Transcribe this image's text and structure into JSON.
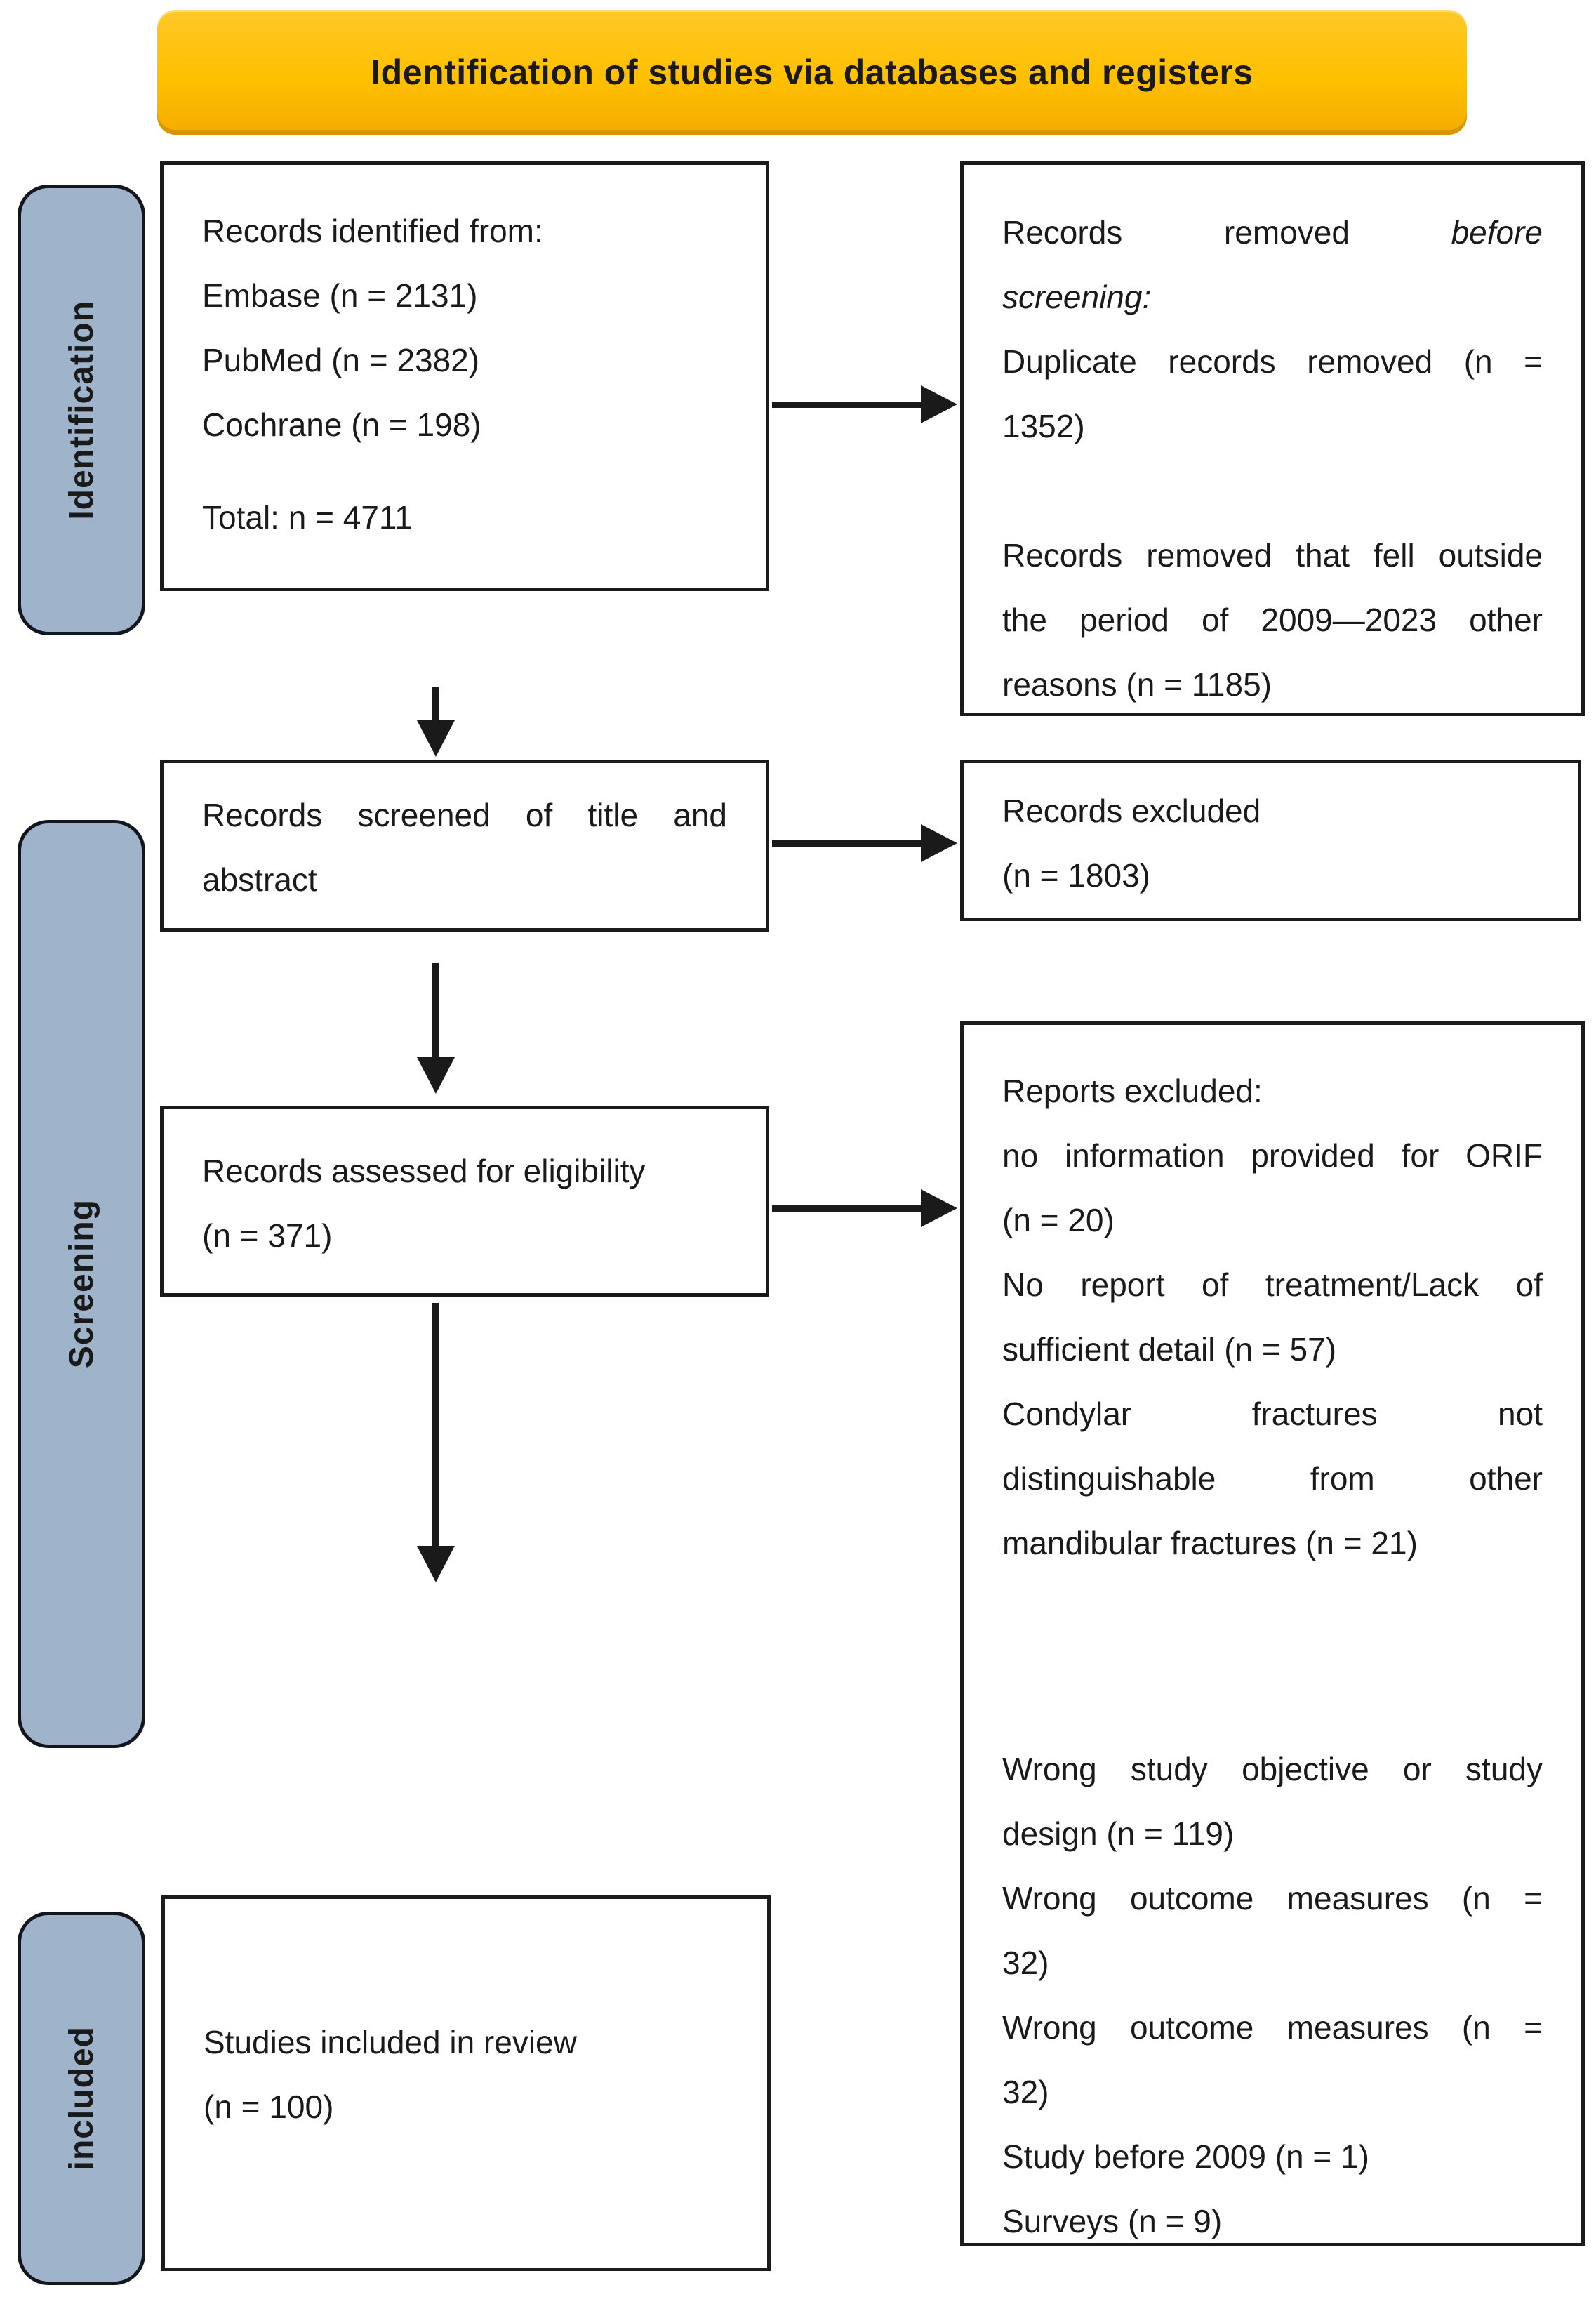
{
  "colors": {
    "banner_bg": "#FFC000",
    "banner_edge": "#E8A700",
    "stage_bg": "#9FB4CB",
    "line_color": "#1A1A1A"
  },
  "banner": {
    "title": "Identification of studies via databases and registers"
  },
  "stages": {
    "identification": "Identification",
    "screening": "Screening",
    "included": "included"
  },
  "boxes": {
    "identified": {
      "l1": "Records identified from:",
      "l2": "Embase (n = 2131)",
      "l3": "PubMed (n = 2382)",
      "l4": "Cochrane (n = 198)",
      "l5": "Total: n = 4711"
    },
    "removed": {
      "l1_a": "Records removed",
      "l1_b": "before",
      "l2": "screening:",
      "l3": "Duplicate records removed (n =",
      "l4": "1352)",
      "l5": "Records removed that fell outside",
      "l6": "the period of 2009—2023 other",
      "l7": "reasons (n = 1185)"
    },
    "screened": {
      "l1": "Records screened of title and",
      "l2": "abstract"
    },
    "excluded": {
      "l1": "Records excluded",
      "l2": "(n = 1803)"
    },
    "assessed": {
      "l1": "Records assessed for eligibility",
      "l2": "(n = 371)"
    },
    "reports_excluded": {
      "l1": "Reports excluded:",
      "l2": "no information provided for ORIF",
      "l3": "(n = 20)",
      "l4": "No report of treatment/Lack of",
      "l5": "sufficient detail (n = 57)",
      "l6": "Condylar fractures not",
      "l7": "distinguishable from other",
      "l8": "mandibular fractures (n = 21)",
      "l9": "Wrong study objective or study",
      "l10": "design (n = 119)",
      "l11": "Wrong outcome measures (n =",
      "l12": "32)",
      "l13": "Wrong outcome measures (n =",
      "l14": "32)",
      "l15": "Study before 2009 (n = 1)",
      "l16": "Surveys (n = 9)"
    },
    "included_box": {
      "l1": "Studies included in review",
      "l2": "(n = 100)"
    }
  }
}
